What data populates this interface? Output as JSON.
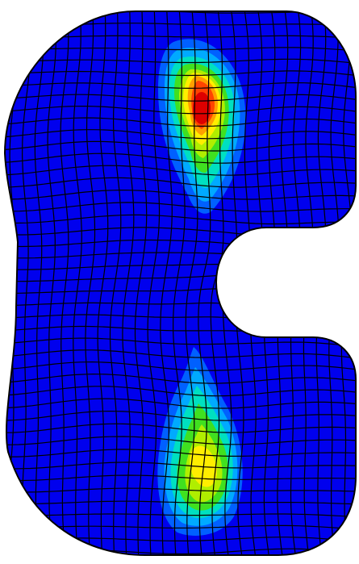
{
  "figure": {
    "kind": "finite-element contour plot on a quadrilateral mesh",
    "shape": "kidney-shaped cross-section with a semicircular notch on the right side",
    "colors": {
      "background": "#ffffff",
      "base_field": "#0000ee",
      "mesh_lines": "#000000"
    },
    "colormap": [
      "#0000ee",
      "#0050ff",
      "#00aaff",
      "#00e0c0",
      "#40e020",
      "#b0ee00",
      "#ffee00",
      "#ffa000",
      "#ff4400",
      "#dd0000"
    ],
    "hotspots": [
      {
        "name": "upper-hotspot",
        "peak_level": 0.95
      },
      {
        "name": "lower-hotspot",
        "peak_level": 0.72
      }
    ]
  }
}
